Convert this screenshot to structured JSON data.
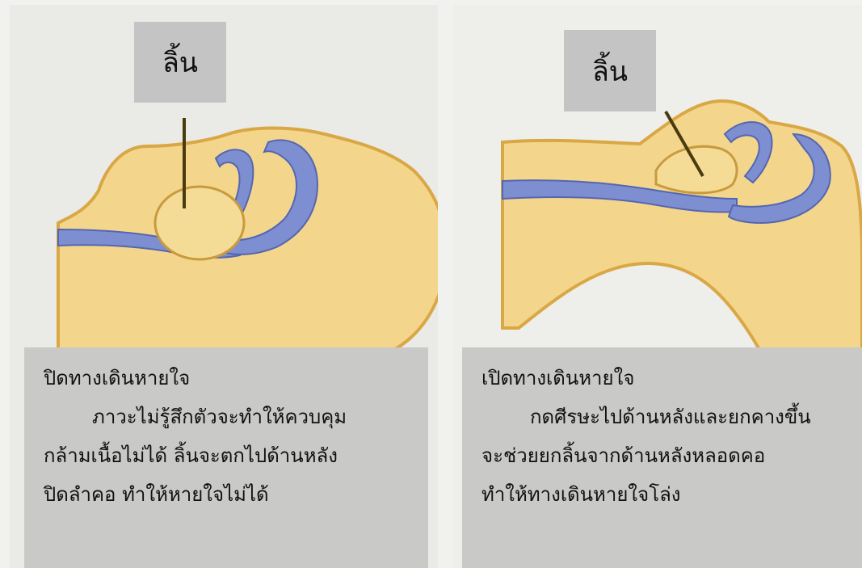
{
  "left_panel": {
    "label": "ลิ้น",
    "caption": {
      "title": "ปิดทางเดินหายใจ",
      "lines": [
        "ภาวะไม่รู้สึกตัวจะทำให้ควบคุม",
        "กล้ามเนื้อไม่ได้ ลิ้นจะตกไปด้านหลัง",
        "ปิดลำคอ  ทำให้หายใจไม่ได้"
      ]
    }
  },
  "right_panel": {
    "label": "ลิ้น",
    "caption": {
      "title": "เปิดทางเดินหายใจ",
      "lines": [
        "กดศีรษะไปด้านหลังและยกคางขึ้น",
        "จะช่วยยกลิ้นจากด้านหลังหลอดคอ",
        "ทำให้ทางเดินหายใจโล่ง"
      ]
    }
  },
  "colors": {
    "skin": "#f3d68c",
    "skin_edge": "#d9a845",
    "airway": "#7d8fd0",
    "airway_edge": "#5566b0",
    "label_box": "#c4c4c4",
    "caption_box": "#c9c9c8"
  }
}
